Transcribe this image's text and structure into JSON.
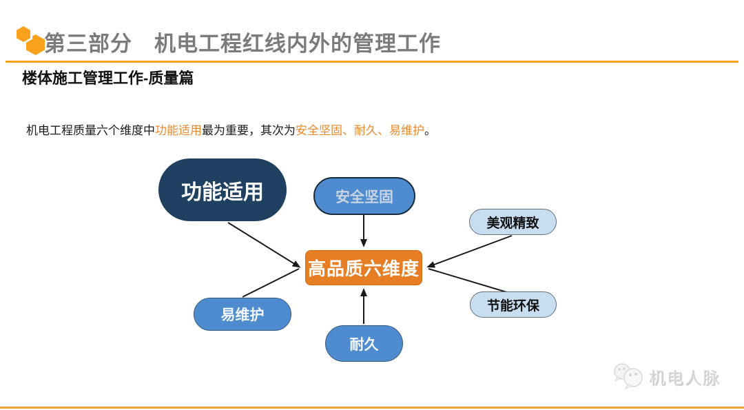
{
  "header": {
    "title": "第三部分　机电工程红线内外的管理工作",
    "subtitle": "楼体施工管理工作-质量篇"
  },
  "intro": {
    "segments": [
      {
        "text": "机电工程质量六个维度中",
        "highlight": false
      },
      {
        "text": "功能适用",
        "highlight": true
      },
      {
        "text": "最为重要，其次为",
        "highlight": false
      },
      {
        "text": "安全坚固、耐久、易维护",
        "highlight": true
      },
      {
        "text": "。",
        "highlight": false
      }
    ]
  },
  "diagram": {
    "center": {
      "label": "高品质六维度"
    },
    "nodes": [
      {
        "id": "functional",
        "label": "功能适用"
      },
      {
        "id": "safety",
        "label": "安全坚固"
      },
      {
        "id": "aesthetic",
        "label": "美观精致"
      },
      {
        "id": "maintainable",
        "label": "易维护"
      },
      {
        "id": "durable",
        "label": "耐久"
      },
      {
        "id": "eco",
        "label": "节能环保"
      }
    ]
  },
  "watermark": {
    "text": "机电人脉"
  },
  "colors": {
    "accent_orange": "#F9A11B",
    "highlight_orange": "#ED8A2D",
    "center_orange": "#E87E23",
    "dark_navy": "#1F4060",
    "medium_blue": "#4E8CCF",
    "light_blue": "#C9DDF1",
    "title_gray": "#7B7B7B",
    "arrow_black": "#1A1A1A"
  }
}
